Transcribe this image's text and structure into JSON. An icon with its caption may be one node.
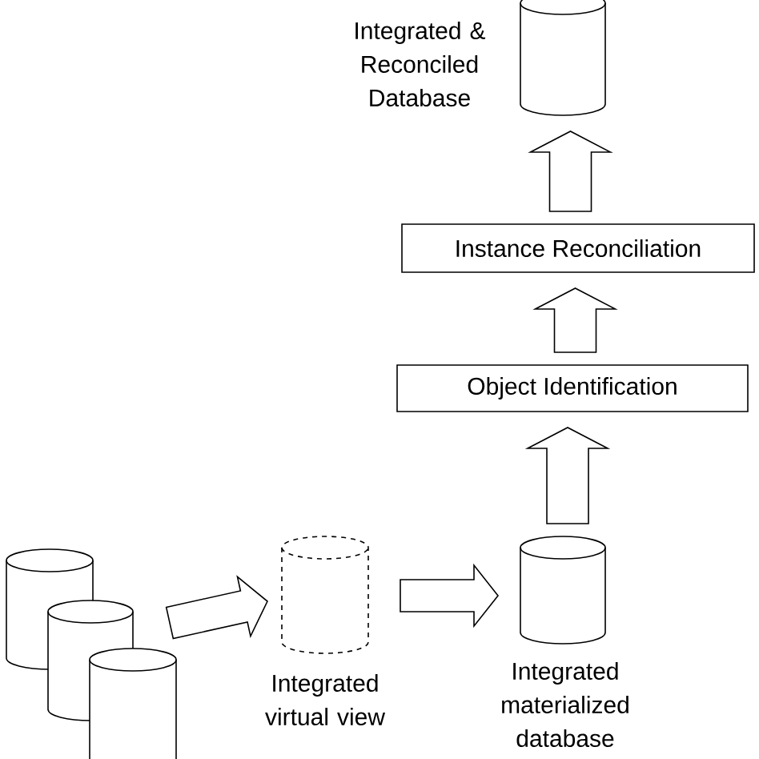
{
  "diagram": {
    "nodes": [
      {
        "text": [],
        "shape": "cylinder"
      },
      {
        "text": [],
        "shape": "cylinder"
      },
      {
        "text": [],
        "shape": "cylinder"
      },
      {
        "text": [],
        "shape": "cylinder",
        "beside": [
          "Integrated virtual view"
        ]
      },
      {
        "text": [],
        "shape": "cylinder",
        "beside": [
          "Integrated materialized database"
        ]
      },
      {
        "text": [
          "Object Identification"
        ]
      },
      {
        "text": [
          "Instance Reconciliation"
        ]
      },
      {
        "text": [],
        "shape": "cylinder",
        "beside": [
          "Integrated & Reconciled Database"
        ]
      }
    ],
    "edges": [
      {
        "from": null,
        "to": 3,
        "arrow": "to"
      },
      {
        "from": 3,
        "to": 4,
        "arrow": "to"
      },
      {
        "from": 4,
        "to": 5,
        "arrow": "to"
      },
      {
        "from": 5,
        "to": 6,
        "arrow": "to"
      },
      {
        "from": 6,
        "to": 7,
        "arrow": "to"
      }
    ]
  }
}
